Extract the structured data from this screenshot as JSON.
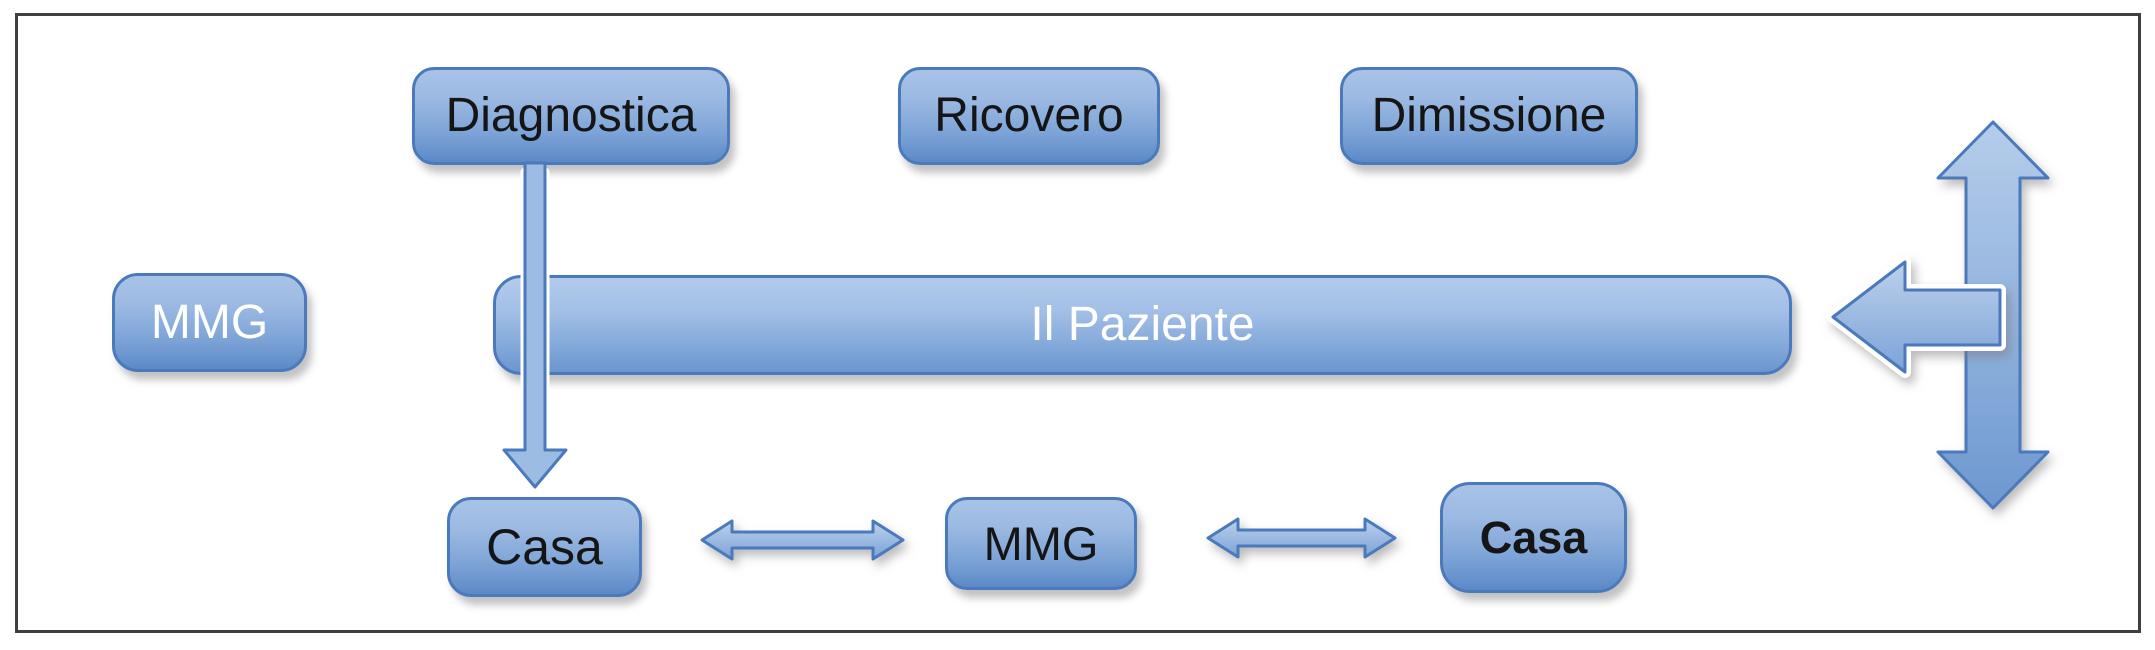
{
  "figure": {
    "nodes": {
      "diagnostica": "Diagnostica",
      "ricovero": "Ricovero",
      "dimissione": "Dimissione",
      "mmg_left": "MMG",
      "paziente": "Il Paziente",
      "casa_left": "Casa",
      "mmg_center": "MMG",
      "casa_right": "Casa"
    },
    "colors": {
      "shape_fill_top": "#a9c3e7",
      "shape_fill_bottom": "#5c89c7",
      "shape_border": "#4a7abc",
      "arrow_fill_top": "#b6cdeb",
      "arrow_fill_bottom": "#6d97cf",
      "text_dark": "#151515",
      "text_light": "#ffffff",
      "frame_border": "#3f3f3f"
    },
    "arrows": [
      {
        "name": "diagnostica-down-arrow",
        "type": "single-down"
      },
      {
        "name": "casa-mmg-double-arrow",
        "type": "double-horizontal"
      },
      {
        "name": "mmg-casa-double-arrow",
        "type": "double-horizontal"
      },
      {
        "name": "paziente-left-arrow",
        "type": "single-left"
      },
      {
        "name": "vertical-double-arrow",
        "type": "double-vertical"
      }
    ]
  }
}
